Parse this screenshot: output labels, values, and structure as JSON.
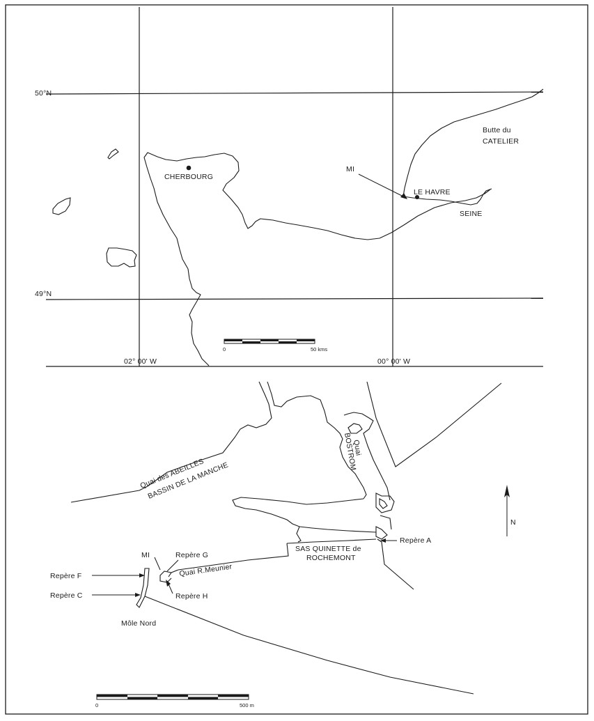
{
  "regional_map": {
    "lat_50": "50°N",
    "lat_49": "49°N",
    "lon_2w": "02° 00' W",
    "lon_0": "00° 00' W",
    "cherbourg": "CHERBOURG",
    "le_havre": "LE HAVRE",
    "seine": "SEINE",
    "butte_line1": "Butte du",
    "butte_line2": "CATELIER",
    "mi": "MI",
    "scale_zero": "0",
    "scale_end": "50 kms"
  },
  "harbor_map": {
    "quai_abeilles": "Quai des ABEILLES",
    "bassin": "BASSIN DE LA MANCHE",
    "quai": "Quai",
    "bostrom": "BOSTROM",
    "sas_line1": "SAS QUINETTE de",
    "sas_line2": "ROCHEMONT",
    "quai_meunier": "Quai R.Meunier",
    "repere_a": "Repère A",
    "repere_c": "Repère C",
    "repere_f": "Repère F",
    "repere_g": "Repère G",
    "repere_h": "Repère H",
    "mi": "MI",
    "mole_nord": "Môle Nord",
    "north": "N",
    "scale_zero": "0",
    "scale_end": "500 m"
  }
}
